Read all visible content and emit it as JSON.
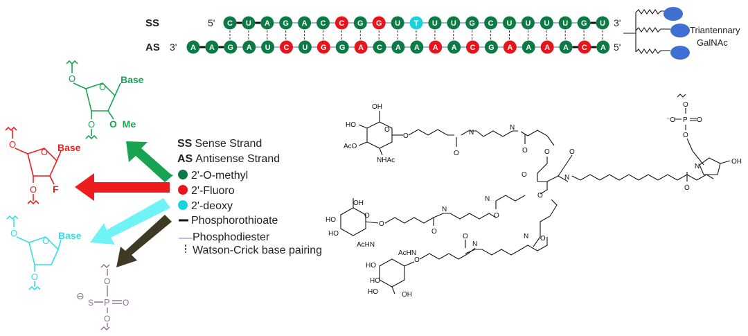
{
  "strands": {
    "ss": {
      "label": "SS",
      "five_prime": "5'",
      "three_prime": "3'",
      "nucleotides": [
        {
          "base": "C",
          "mod": "ome"
        },
        {
          "base": "U",
          "mod": "ome"
        },
        {
          "base": "A",
          "mod": "ome"
        },
        {
          "base": "G",
          "mod": "ome"
        },
        {
          "base": "A",
          "mod": "ome"
        },
        {
          "base": "C",
          "mod": "ome"
        },
        {
          "base": "C",
          "mod": "f"
        },
        {
          "base": "G",
          "mod": "ome"
        },
        {
          "base": "G",
          "mod": "f"
        },
        {
          "base": "U",
          "mod": "ome"
        },
        {
          "base": "T",
          "mod": "deoxy"
        },
        {
          "base": "U",
          "mod": "ome"
        },
        {
          "base": "U",
          "mod": "ome"
        },
        {
          "base": "G",
          "mod": "ome"
        },
        {
          "base": "C",
          "mod": "ome"
        },
        {
          "base": "U",
          "mod": "ome"
        },
        {
          "base": "U",
          "mod": "ome"
        },
        {
          "base": "U",
          "mod": "ome"
        },
        {
          "base": "U",
          "mod": "ome"
        },
        {
          "base": "G",
          "mod": "ome"
        },
        {
          "base": "U",
          "mod": "ome"
        }
      ],
      "ps_after": [
        0,
        1,
        19
      ]
    },
    "as": {
      "label": "AS",
      "three_prime": "3'",
      "five_prime": "5'",
      "nucleotides": [
        {
          "base": "A",
          "mod": "ome"
        },
        {
          "base": "A",
          "mod": "ome"
        },
        {
          "base": "G",
          "mod": "ome"
        },
        {
          "base": "A",
          "mod": "ome"
        },
        {
          "base": "U",
          "mod": "ome"
        },
        {
          "base": "C",
          "mod": "f"
        },
        {
          "base": "U",
          "mod": "ome"
        },
        {
          "base": "G",
          "mod": "f"
        },
        {
          "base": "G",
          "mod": "ome"
        },
        {
          "base": "A",
          "mod": "f"
        },
        {
          "base": "C",
          "mod": "ome"
        },
        {
          "base": "A",
          "mod": "ome"
        },
        {
          "base": "A",
          "mod": "ome"
        },
        {
          "base": "A",
          "mod": "f"
        },
        {
          "base": "A",
          "mod": "ome"
        },
        {
          "base": "C",
          "mod": "f"
        },
        {
          "base": "G",
          "mod": "ome"
        },
        {
          "base": "A",
          "mod": "f"
        },
        {
          "base": "A",
          "mod": "ome"
        },
        {
          "base": "A",
          "mod": "f"
        },
        {
          "base": "A",
          "mod": "ome"
        },
        {
          "base": "C",
          "mod": "f"
        },
        {
          "base": "A",
          "mod": "ome"
        }
      ],
      "ps_after": [
        0,
        1,
        20,
        21
      ]
    }
  },
  "galnac_label": "Triantennary GalNAc",
  "galnac_lines": [
    "Triantennary",
    "GalNAc"
  ],
  "colors": {
    "ome": "#0c7a45",
    "f": "#e8141b",
    "deoxy": "#17d3dd",
    "phosphate": "#8a6d8e",
    "galnac_sugar": "#3f6fd0",
    "arrow_green": "#17a352",
    "arrow_red": "#ee1c1c",
    "arrow_cyan": "#6ff3f6",
    "arrow_dark": "#3f3a26"
  },
  "legend": {
    "ss_abbr": "SS",
    "ss_text": "Sense Strand",
    "as_abbr": "AS",
    "as_text": "Antisense Strand",
    "ome": "2'-O-methyl",
    "f": "2'-Fluoro",
    "deoxy": "2'-deoxy",
    "ps": "Phosphorothioate",
    "po": "Phosphodiester",
    "wc": "Watson-Crick base pairing"
  },
  "structures": {
    "ome": {
      "base": "Base",
      "o": "O",
      "me": "O  Me",
      "o3": "O"
    },
    "f": {
      "base": "Base",
      "o": "O",
      "f": "F",
      "o3": "O"
    },
    "deoxy": {
      "base": "Base",
      "o": "O",
      "o3": "O"
    },
    "ps": {
      "charge": "⊖",
      "s": "S",
      "p": "P",
      "o_top": "O",
      "o_bottom": "O",
      "o_double": "O"
    }
  },
  "galnac_struct": {
    "oh": "OH",
    "ho": "HO",
    "aco": "AcO",
    "nhac": "NHAc",
    "achn": "AcHN",
    "n": "N",
    "o": "O",
    "p": "P",
    "minus_o": "⁻O",
    "o_dbl": "O"
  }
}
